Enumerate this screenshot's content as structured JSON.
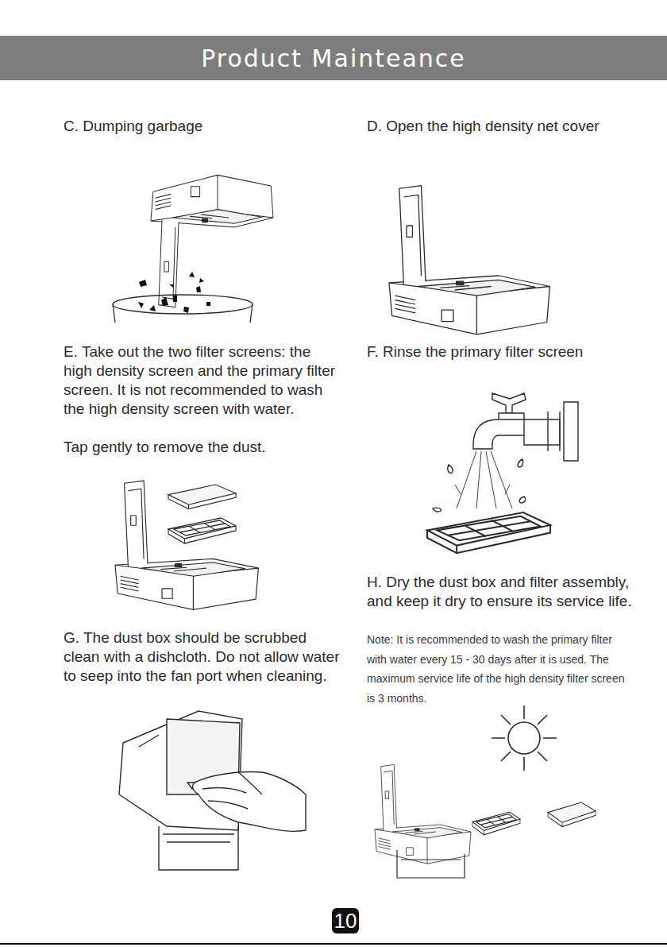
{
  "diagram": {
    "title": "Product Mainteance",
    "nodes": [
      {
        "text": [
          "10"
        ]
      }
    ],
    "labels": [
      "C. Dumping garbage",
      "D. Open the high density net cover",
      "E. Take out the two filter screens: the high density screen and the primary filter screen. It is not recommended to wash the high density screen with water.",
      "Tap gently to remove the dust.",
      "F. Rinse the primary filter screen",
      "G. The dust box should be scrubbed clean with a dishcloth. Do not allow water to seep into the fan port when cleaning.",
      "H. Dry the dust box and filter assembly, and keep it dry to ensure its service life.",
      "Note: It is recommended to wash the primary filter with water every 15 - 30 days after it is used. The maximum service life of the high density filter screen is 3 months."
    ]
  }
}
